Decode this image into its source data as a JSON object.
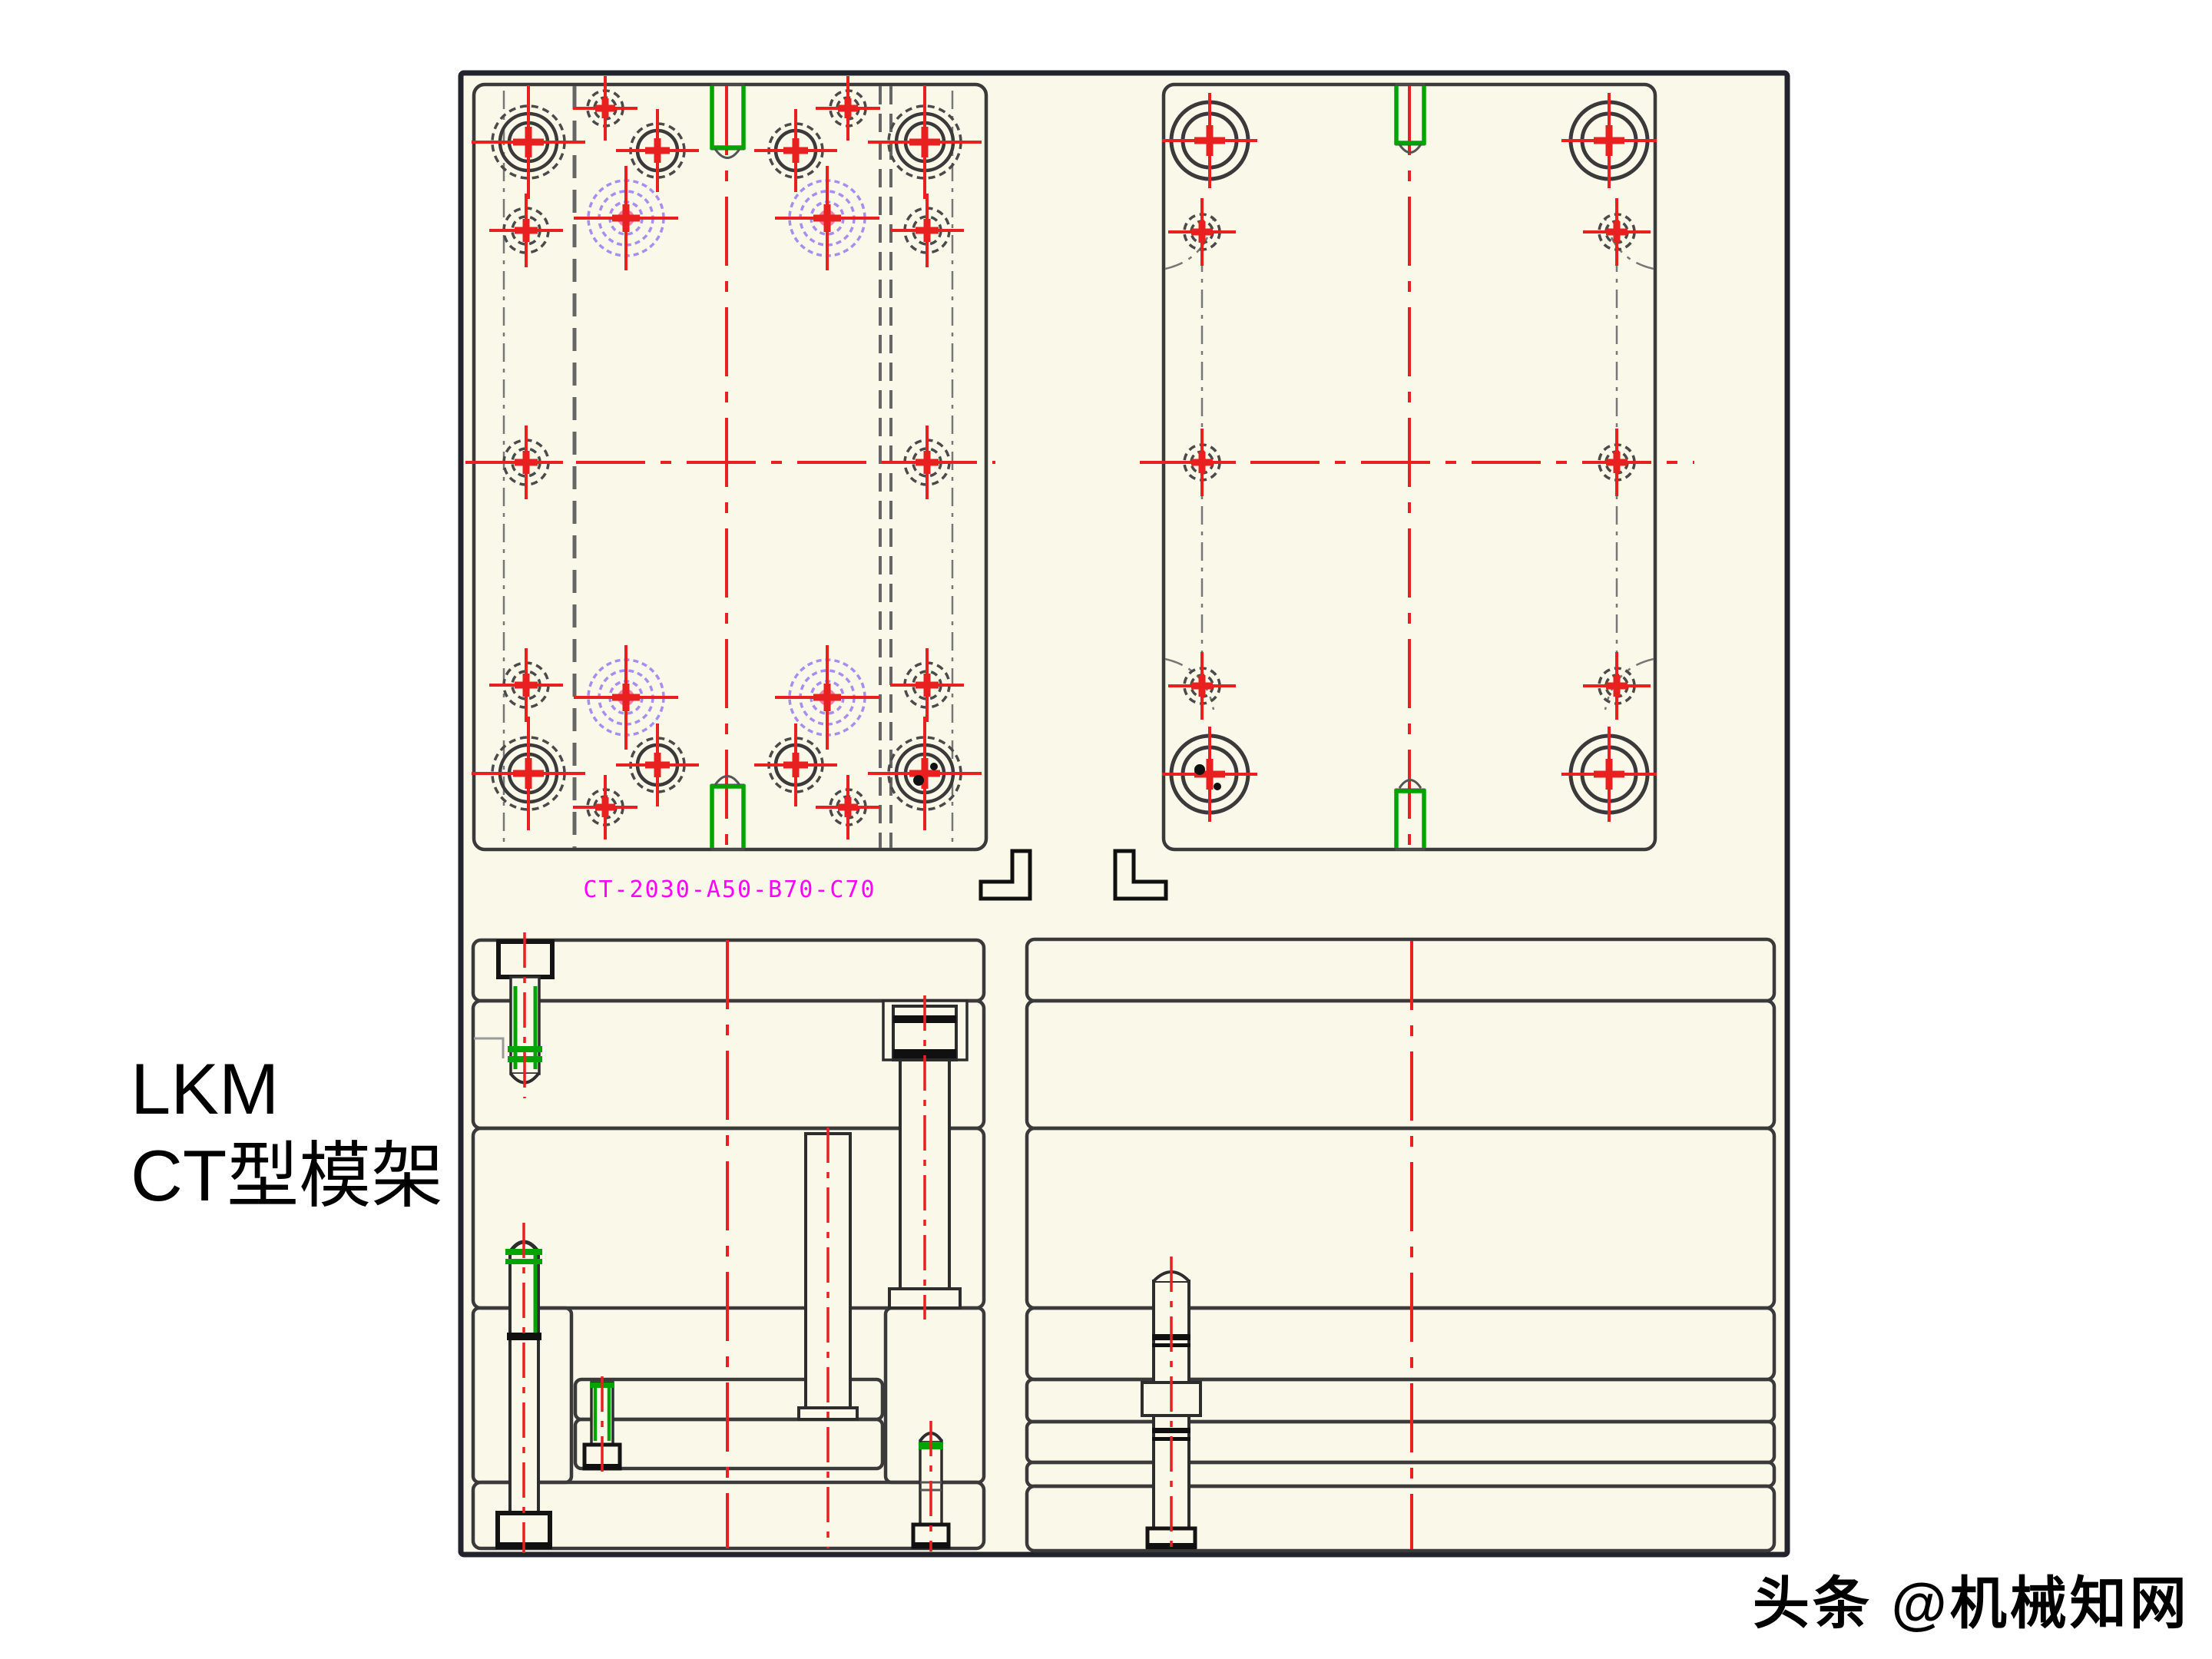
{
  "caption": {
    "line1": "LKM",
    "line2": "CT型模架"
  },
  "drawing": {
    "part_code": "CT-2030-A50-B70-C70"
  },
  "watermark": {
    "text": "头条 @机械知网"
  },
  "colors": {
    "paper": "#faf8e9",
    "border": "#23232e",
    "dark": "#3a3a3a",
    "gray": "#4a4a4a",
    "gray2": "#777777",
    "gray3": "#666666",
    "red": "#e82020",
    "green": "#00a400",
    "purple": "#a98cf0",
    "pink": "#f07fb0",
    "magenta": "#ff00ff"
  }
}
